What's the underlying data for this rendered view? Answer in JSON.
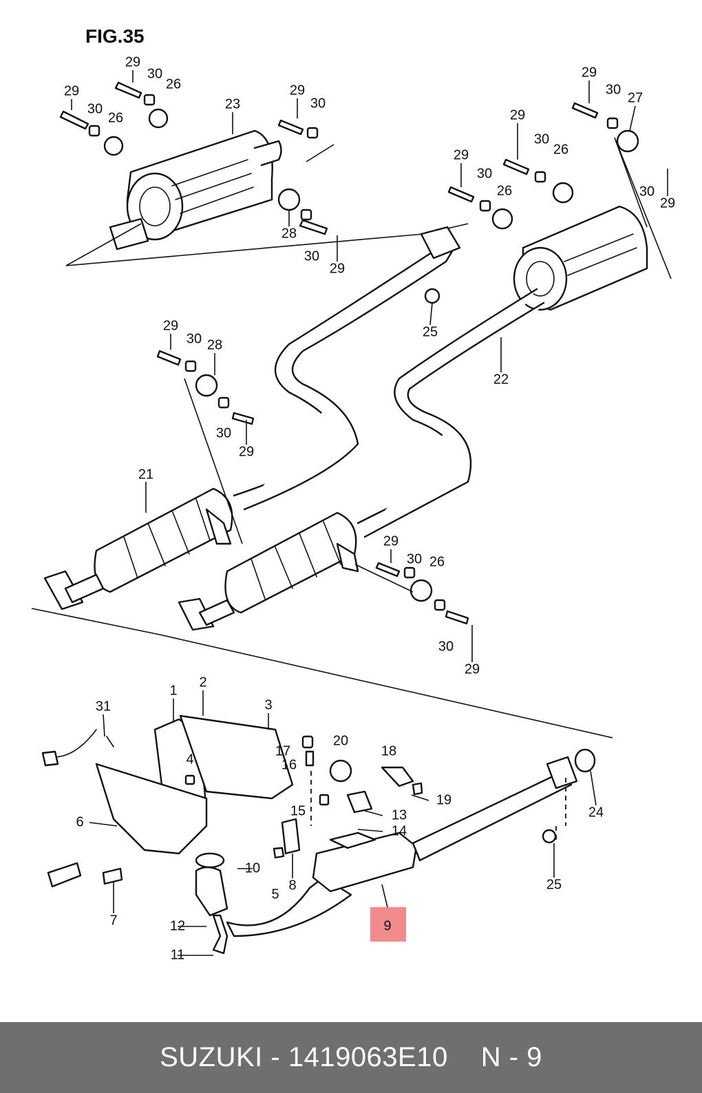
{
  "figure_title": "FIG.35",
  "callouts": [
    "1",
    "2",
    "3",
    "4",
    "5",
    "6",
    "7",
    "8",
    "9",
    "10",
    "11",
    "12",
    "13",
    "14",
    "15",
    "16",
    "17",
    "18",
    "19",
    "20",
    "21",
    "22",
    "23",
    "24",
    "25",
    "26",
    "27",
    "28",
    "29",
    "30",
    "31"
  ],
  "highlight": {
    "label": "9",
    "color": "#f28b8b"
  },
  "footer": {
    "brand": "SUZUKI",
    "separator": "-",
    "part_number": "1419063E10",
    "position": "N - 9"
  },
  "colors": {
    "line": "#111111",
    "footer_bg": "#6f6f6f",
    "footer_text": "#ffffff"
  }
}
